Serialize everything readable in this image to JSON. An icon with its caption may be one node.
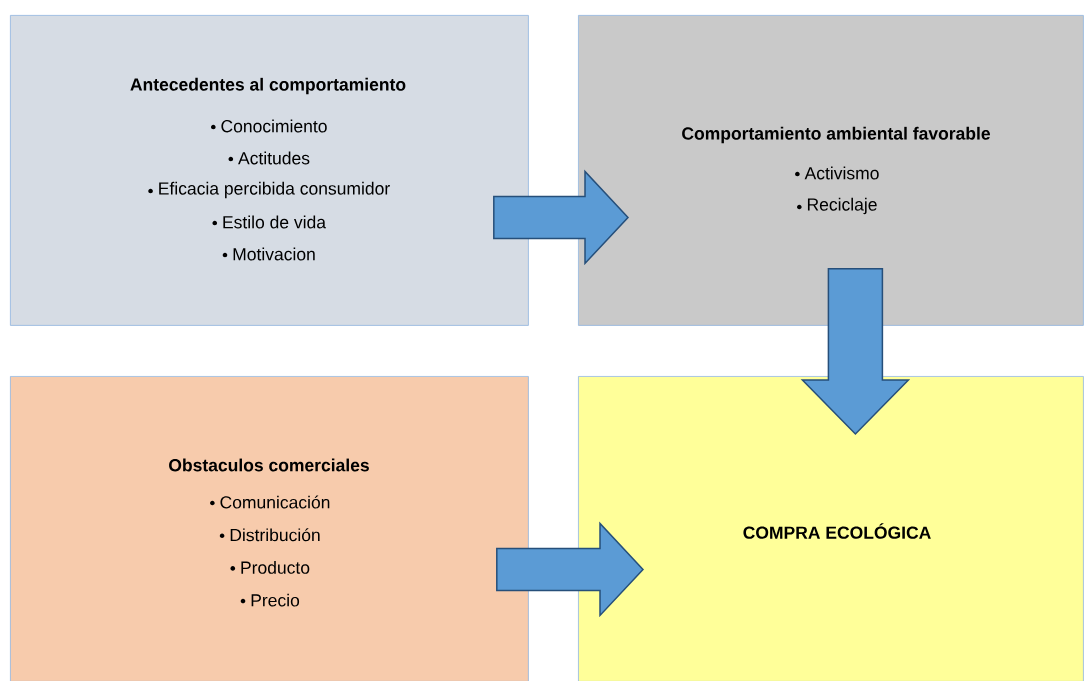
{
  "diagram": {
    "nodes": [
      {
        "text": [
          "Antecedentes al comportamiento",
          "Conocimiento",
          "Actitudes",
          "Eficacia percibida consumidor",
          "Estilo de vida",
          "Motivacion"
        ]
      },
      {
        "text": [
          "Comportamiento ambiental favorable",
          "Activismo",
          "Reciclaje"
        ]
      },
      {
        "text": [
          "Obstaculos comerciales",
          "Comunicación",
          "Distribución",
          "Producto",
          "Precio"
        ]
      },
      {
        "text": [
          "COMPRA ECOLÓGICA"
        ]
      }
    ],
    "edges": [
      {
        "from": 0,
        "to": 1,
        "arrow": "to"
      },
      {
        "from": 1,
        "to": 3,
        "arrow": "to"
      },
      {
        "from": 2,
        "to": 3,
        "arrow": "to"
      }
    ]
  }
}
